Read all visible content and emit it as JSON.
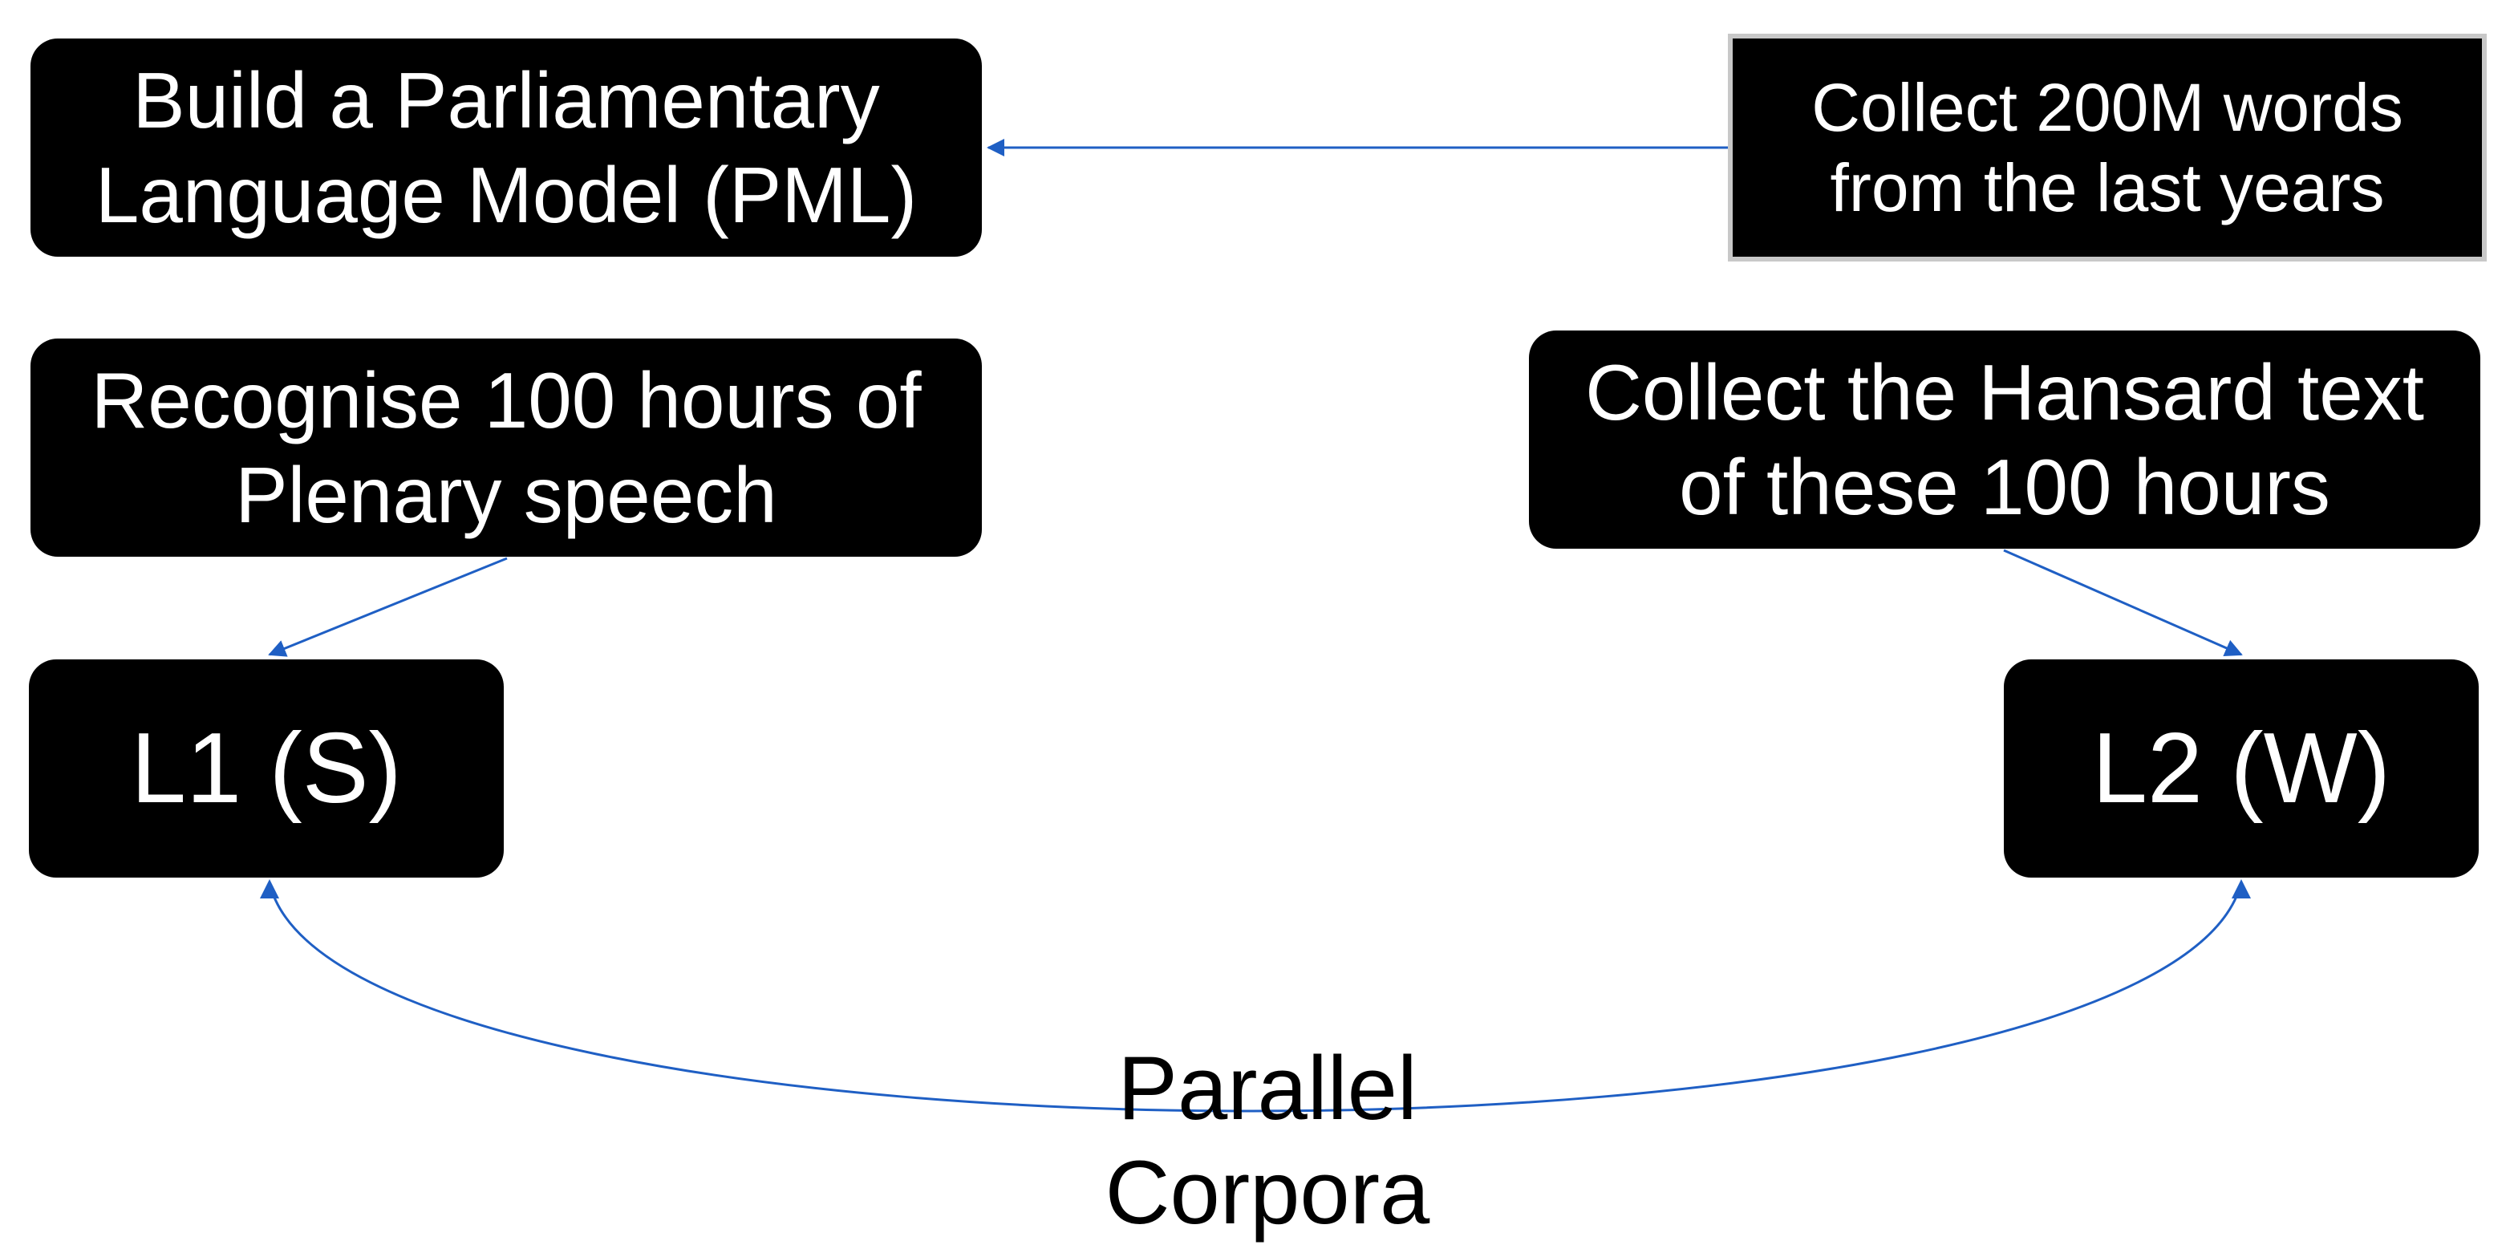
{
  "colors": {
    "node_fill": "#000000",
    "node_text": "#ffffff",
    "edge": "#1f5fc4",
    "frame": "#c8c8c8"
  },
  "nodes": {
    "pml": {
      "lines": [
        "Build a Parliamentary",
        "Language Model (PML)"
      ]
    },
    "collect": {
      "lines": [
        "Collect 200M words",
        "from the last years"
      ]
    },
    "recognise": {
      "lines": [
        "Recognise 100 hours of",
        "Plenary speech"
      ]
    },
    "hansard": {
      "lines": [
        "Collect the Hansard text",
        "of these 100 hours"
      ]
    },
    "l1": {
      "label": "L1 (S)"
    },
    "l2": {
      "label": "L2 (W)"
    }
  },
  "edges": [
    {
      "from": "collect",
      "to": "pml"
    },
    {
      "from": "recognise",
      "to": "l1"
    },
    {
      "from": "hansard",
      "to": "l2"
    },
    {
      "from": "l1",
      "to": "l2",
      "label": "Parallel Corpora",
      "bidirectional": true
    }
  ],
  "edge_label": "Parallel Corpora"
}
